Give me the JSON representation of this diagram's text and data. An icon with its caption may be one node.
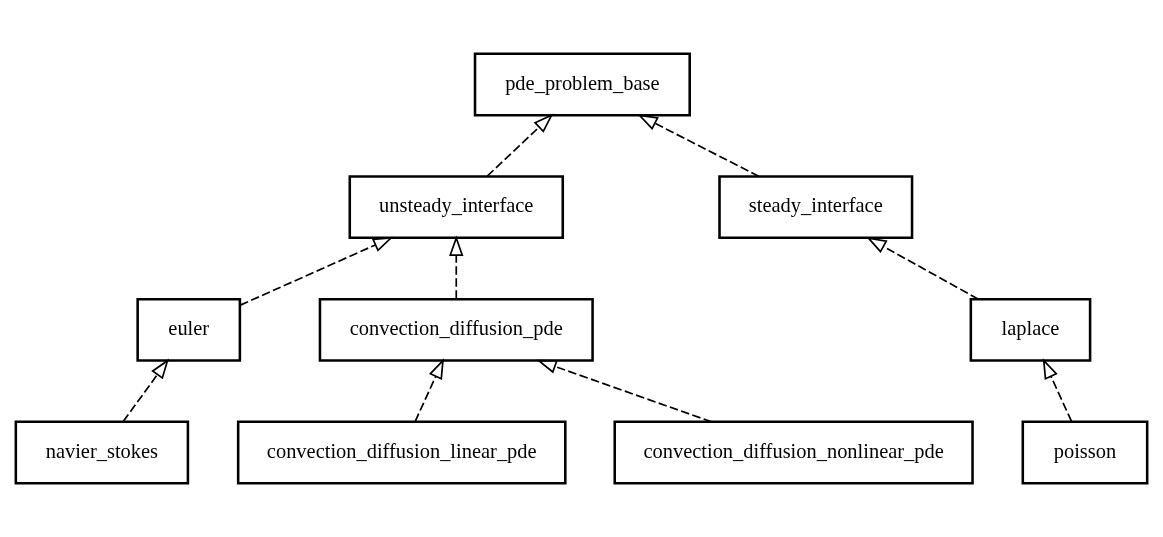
{
  "diagram": {
    "nodes": [
      {
        "text": [
          "pde_problem_base"
        ]
      },
      {
        "text": [
          "unsteady_interface"
        ]
      },
      {
        "text": [
          "steady_interface"
        ]
      },
      {
        "text": [
          "euler"
        ]
      },
      {
        "text": [
          "convection_diffusion_pde"
        ]
      },
      {
        "text": [
          "laplace"
        ]
      },
      {
        "text": [
          "navier_stokes"
        ]
      },
      {
        "text": [
          "convection_diffusion_linear_pde"
        ]
      },
      {
        "text": [
          "convection_diffusion_nonlinear_pde"
        ]
      },
      {
        "text": [
          "poisson"
        ]
      }
    ],
    "edges": [
      {
        "from": 1,
        "to": 0,
        "arrow": "to",
        "style": "dashed"
      },
      {
        "from": 2,
        "to": 0,
        "arrow": "to",
        "style": "dashed"
      },
      {
        "from": 3,
        "to": 1,
        "arrow": "to",
        "style": "dashed"
      },
      {
        "from": 4,
        "to": 1,
        "arrow": "to",
        "style": "dashed"
      },
      {
        "from": 5,
        "to": 2,
        "arrow": "to",
        "style": "dashed"
      },
      {
        "from": 6,
        "to": 3,
        "arrow": "to",
        "style": "dashed"
      },
      {
        "from": 7,
        "to": 4,
        "arrow": "to",
        "style": "dashed"
      },
      {
        "from": 8,
        "to": 4,
        "arrow": "to",
        "style": "dashed"
      },
      {
        "from": 9,
        "to": 5,
        "arrow": "to",
        "style": "dashed"
      }
    ]
  }
}
